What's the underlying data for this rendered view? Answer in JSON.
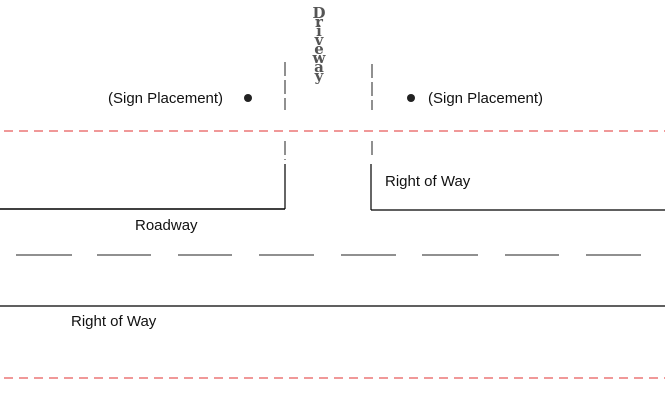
{
  "labels": {
    "driveway": "Driveway",
    "sign_left": "(Sign Placement)",
    "sign_right": "(Sign Placement)",
    "right_of_way_upper": "Right of Way",
    "roadway": "Roadway",
    "right_of_way_lower": "Right of Way"
  },
  "colors": {
    "right_of_way_line": "#e03030",
    "line": "#000000",
    "sign_marker": "#222222"
  }
}
